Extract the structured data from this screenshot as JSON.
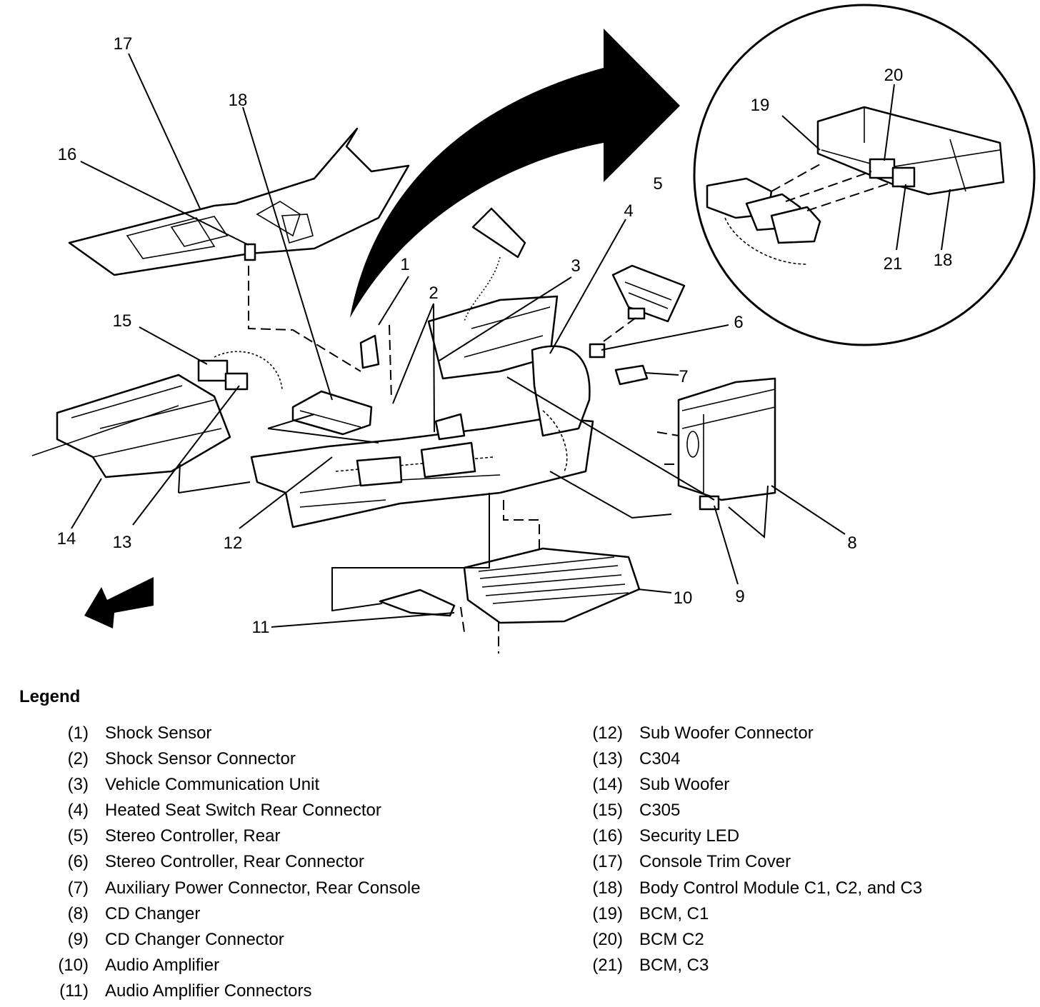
{
  "callouts": [
    {
      "id": "c1",
      "label": "1"
    },
    {
      "id": "c2",
      "label": "2"
    },
    {
      "id": "c3",
      "label": "3"
    },
    {
      "id": "c4",
      "label": "4"
    },
    {
      "id": "c5",
      "label": "5"
    },
    {
      "id": "c6",
      "label": "6"
    },
    {
      "id": "c7",
      "label": "7"
    },
    {
      "id": "c8",
      "label": "8"
    },
    {
      "id": "c9",
      "label": "9"
    },
    {
      "id": "c10",
      "label": "10"
    },
    {
      "id": "c11",
      "label": "11"
    },
    {
      "id": "c12",
      "label": "12"
    },
    {
      "id": "c13",
      "label": "13"
    },
    {
      "id": "c14",
      "label": "14"
    },
    {
      "id": "c15",
      "label": "15"
    },
    {
      "id": "c16",
      "label": "16"
    },
    {
      "id": "c17",
      "label": "17"
    },
    {
      "id": "c18",
      "label": "18"
    },
    {
      "id": "c18b",
      "label": "18"
    },
    {
      "id": "c19",
      "label": "19"
    },
    {
      "id": "c20",
      "label": "20"
    },
    {
      "id": "c21",
      "label": "21"
    }
  ],
  "legend": {
    "title": "Legend",
    "left": [
      {
        "num": "(1)",
        "text": "Shock Sensor"
      },
      {
        "num": "(2)",
        "text": "Shock Sensor Connector"
      },
      {
        "num": "(3)",
        "text": "Vehicle Communication Unit"
      },
      {
        "num": "(4)",
        "text": "Heated Seat Switch Rear Connector"
      },
      {
        "num": "(5)",
        "text": "Stereo Controller, Rear"
      },
      {
        "num": "(6)",
        "text": "Stereo Controller, Rear Connector"
      },
      {
        "num": "(7)",
        "text": "Auxiliary Power Connector, Rear Console"
      },
      {
        "num": "(8)",
        "text": "CD Changer"
      },
      {
        "num": "(9)",
        "text": "CD Changer Connector"
      },
      {
        "num": "(10)",
        "text": "Audio Amplifier"
      },
      {
        "num": "(11)",
        "text": "Audio Amplifier Connectors"
      }
    ],
    "right": [
      {
        "num": "(12)",
        "text": "Sub Woofer Connector"
      },
      {
        "num": "(13)",
        "text": "C304"
      },
      {
        "num": "(14)",
        "text": "Sub Woofer"
      },
      {
        "num": "(15)",
        "text": "C305"
      },
      {
        "num": "(16)",
        "text": "Security LED"
      },
      {
        "num": "(17)",
        "text": "Console Trim Cover"
      },
      {
        "num": "(18)",
        "text": "Body Control Module C1, C2, and C3"
      },
      {
        "num": "(19)",
        "text": "BCM, C1"
      },
      {
        "num": "(20)",
        "text": "BCM C2"
      },
      {
        "num": "(21)",
        "text": "BCM, C3"
      }
    ]
  }
}
